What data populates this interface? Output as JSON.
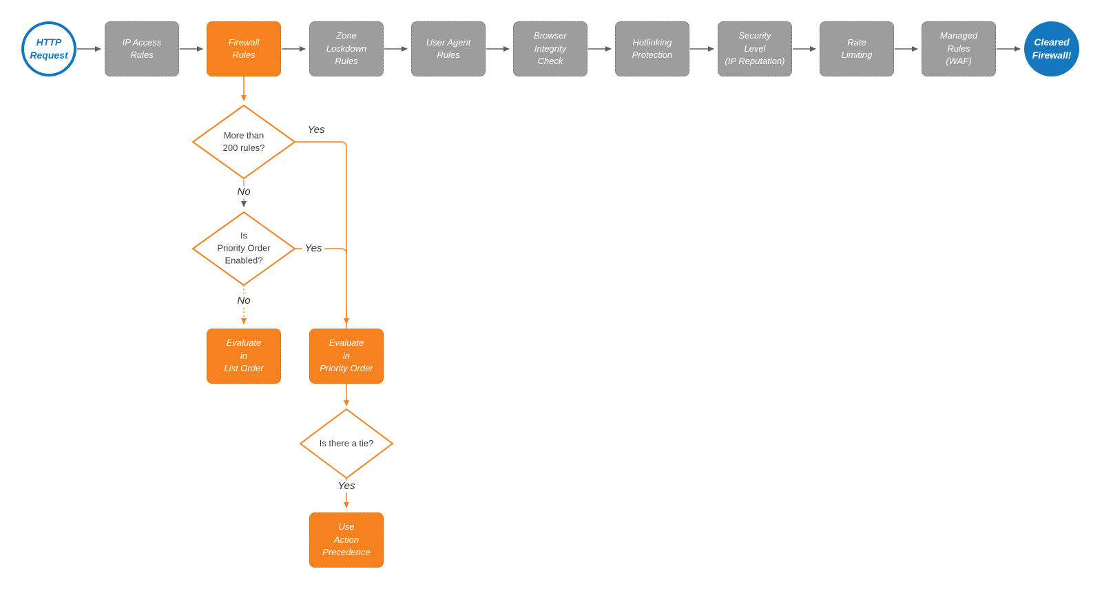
{
  "palette": {
    "orange": "#f6821f",
    "gray": "#9d9d9d",
    "blue": "#1577be",
    "arrow": "#5f5f5f",
    "ink": "#3f3f3f"
  },
  "flow": {
    "start": "HTTP\nRequest",
    "steps": [
      "IP Access\nRules",
      "Firewall\nRules",
      "Zone\nLockdown\nRules",
      "User Agent\nRules",
      "Browser\nIntegrity\nCheck",
      "Hotlinking\nProtection",
      "Security\nLevel\n(IP Reputation)",
      "Rate\nLimiting",
      "Managed\nRules\n(WAF)"
    ],
    "end": "Cleared\nFirewall!"
  },
  "branch": {
    "d1": "More than\n200 rules?",
    "d1_yes": "Yes",
    "d1_no": "No",
    "d2": "Is\nPriority Order\nEnabled?",
    "d2_yes": "Yes",
    "d2_no": "No",
    "list_order": "Evaluate\nin\nList Order",
    "priority_order": "Evaluate\nin\nPriority Order",
    "d3": "Is there a tie?",
    "d3_yes": "Yes",
    "action_precedence": "Use\nAction\nPrecedence"
  }
}
